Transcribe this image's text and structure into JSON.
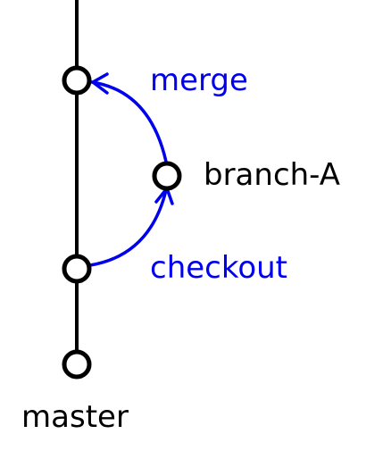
{
  "labels": {
    "master": "master",
    "branch": "branch-A",
    "merge": "merge",
    "checkout": "checkout"
  },
  "colors": {
    "line": "#000000",
    "node_fill": "#ffffff",
    "action": "#0000ee",
    "text": "#000000"
  }
}
